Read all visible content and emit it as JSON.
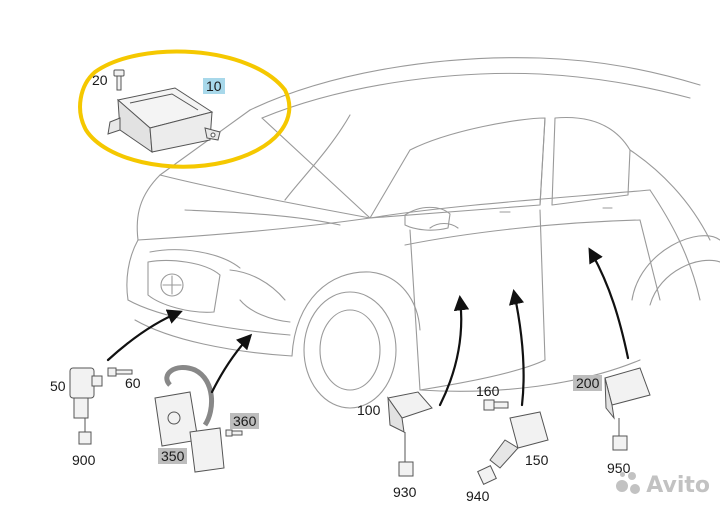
{
  "colors": {
    "highlight_ring": "#f5c800",
    "callout_blue": "#a8d8ea",
    "callout_gray": "#bdbdbd",
    "line_art": "#9a9a9a",
    "arrows": "#111111"
  },
  "parts": {
    "p10": "10",
    "p20": "20",
    "p50": "50",
    "p60": "60",
    "p100": "100",
    "p150": "150",
    "p160": "160",
    "p200": "200",
    "p350": "350",
    "p360": "360",
    "p900": "900",
    "p930": "930",
    "p940": "940",
    "p950": "950"
  },
  "watermark": {
    "text": "Avito",
    "icon": "avito-logo-icon"
  }
}
